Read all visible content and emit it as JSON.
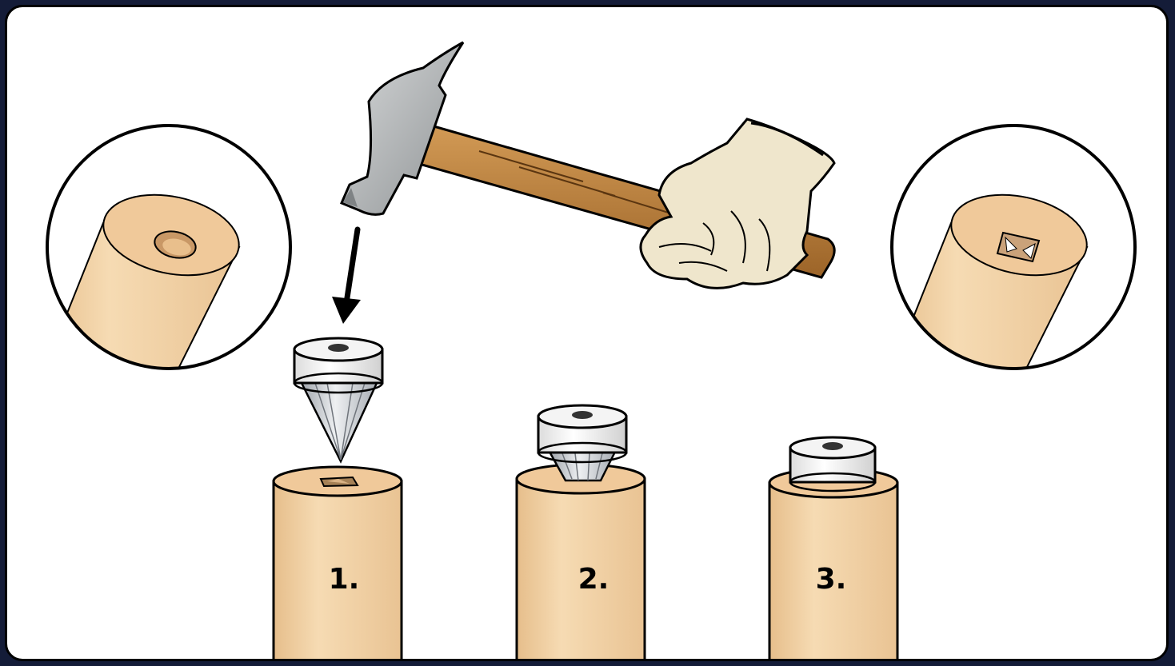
{
  "steps": [
    {
      "label": "1."
    },
    {
      "label": "2."
    },
    {
      "label": "3."
    }
  ],
  "colors": {
    "frame": "#141c38",
    "dowel": "#f1d2a4",
    "dowel_top": "#f0c99a",
    "insert_white": "#f5f5f5",
    "insert_metal": "#c9cdd4",
    "hammer_head": "#a9acae",
    "handle_wood": "#b98040",
    "glove": "#efe6cc"
  },
  "icons": [
    "hammer-icon",
    "gloved-hand-icon",
    "down-arrow-icon",
    "magnifier-circle-icon"
  ]
}
